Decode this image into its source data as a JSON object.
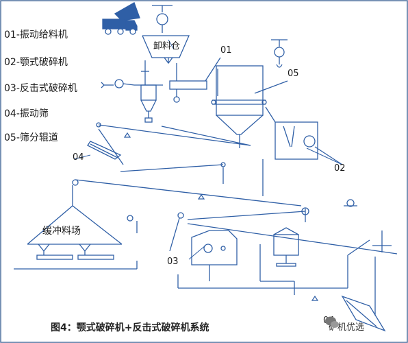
{
  "legend": [
    "01-振动给料机",
    "02-颚式破碎机",
    "03-反击式破碎机",
    "04-振动筛",
    "05-筛分辊道"
  ],
  "labels": {
    "unload_bin": "卸料仓",
    "buffer_yard": "缓冲料场",
    "n01": "01",
    "n02": "02",
    "n03": "03",
    "n04_top": "04",
    "n04_bottom": "04",
    "n05": "05"
  },
  "caption": "图4：颚式破碎机+反击式破碎机系统",
  "watermark": "矿机优选",
  "colors": {
    "line": "#2f5fa6",
    "border": "#4a6d9c",
    "text": "#1a1a1a"
  }
}
